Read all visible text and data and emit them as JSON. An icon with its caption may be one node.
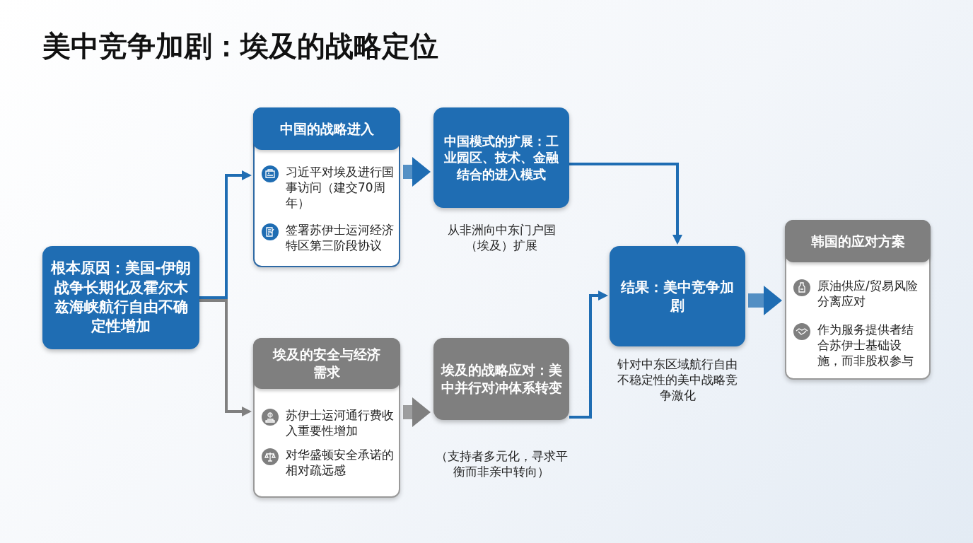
{
  "diagram": {
    "title": "美中竞争加剧：埃及的战略定位",
    "nodes": [
      {
        "text": [
          "根本原因：美国-伊朗战争长期化及霍尔木兹海峡航行自由不确定性增加"
        ]
      },
      {
        "text": [
          "中国的战略进入",
          "习近平对埃及进行国事访问（建交70周年）",
          "签署苏伊士运河经济特区第三阶段协议"
        ]
      },
      {
        "text": [
          "中国模式的扩展：工业园区、技术、金融结合的进入模式"
        ],
        "beside": [
          "从非洲向中东门户国（埃及）扩展"
        ]
      },
      {
        "text": [
          "埃及的安全与经济需求",
          "苏伊士运河通行费收入重要性增加",
          "对华盛顿安全承诺的相对疏远感"
        ]
      },
      {
        "text": [
          "埃及的战略应对：美中并行对冲体系转变"
        ],
        "beside": [
          "（支持者多元化，寻求平衡而非亲中转向）"
        ]
      },
      {
        "text": [
          "结果：美中竞争加剧"
        ],
        "beside": [
          "针对中东区域航行自由不稳定性的美中战略竞争激化"
        ]
      },
      {
        "text": [
          "韩国的应对方案",
          "原油供应/贸易风险分离应对",
          "作为服务提供者结合苏伊士基础设施，而非股权参与"
        ]
      }
    ],
    "edges": [
      {
        "from": 0,
        "to": 1,
        "arrow": "to"
      },
      {
        "from": 0,
        "to": 3,
        "arrow": "to",
        "color": "#808080"
      },
      {
        "from": 1,
        "to": 2,
        "arrow": "to",
        "style": "thick"
      },
      {
        "from": 2,
        "to": 5,
        "arrow": "to"
      },
      {
        "from": 3,
        "to": 4,
        "arrow": "to",
        "style": "thick",
        "color": "#808080"
      },
      {
        "from": 4,
        "to": 5,
        "arrow": "to"
      },
      {
        "from": 5,
        "to": 6,
        "arrow": "to",
        "style": "thick"
      }
    ]
  }
}
